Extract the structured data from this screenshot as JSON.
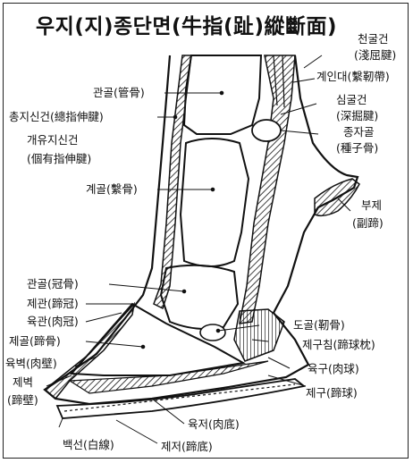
{
  "title": "우지(지)종단면(牛指(趾)縱斷面)",
  "labels": {
    "cheongulgeon_1": "천굴건",
    "cheongulgeon_2": "(淺屈腱)",
    "gyeindae": "계인대(繫靭帶)",
    "gwangol": "관골(管骨)",
    "simgulgeon_1": "심굴건",
    "simgulgeon_2": "(深掘腱)",
    "jongjisingeon": "총지신건(總指伸腱)",
    "jongjagol_1": "종자골",
    "jongjagol_2": "(種子骨)",
    "gaeyujisingeon_1": "개유지신건",
    "gaeyujisingeon_2": "(個有指伸腱)",
    "gyegol": "계골(繫骨)",
    "buje_1": "부제",
    "buje_2": "(副蹄)",
    "gwangol_crown": "관골(冠骨)",
    "jegwan": "제관(蹄冠)",
    "yukgwan": "육관(肉冠)",
    "dogol": "도골(靭骨)",
    "jegol": "제골(蹄骨)",
    "jegucham": "제구침(蹄球枕)",
    "yukbyeok": "육벽(肉壁)",
    "jebyeok_1": "제벽",
    "jebyeok_2": "(蹄壁)",
    "yukgu": "육구(肉球)",
    "jegu": "제구(蹄球)",
    "yukjeo": "육저(肉底)",
    "baekseon": "백선(白線)",
    "jejeo": "제저(蹄底)"
  }
}
